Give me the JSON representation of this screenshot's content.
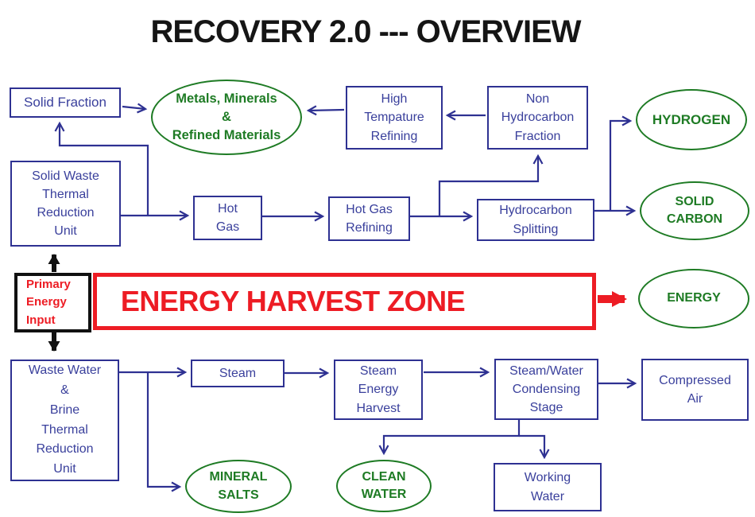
{
  "title": "RECOVERY 2.0 --- OVERVIEW",
  "colors": {
    "line_navy": "#2e3192",
    "text_navy": "#3a409c",
    "outline_green": "#1e7b24",
    "accent_red": "#ed1c24",
    "black": "#111111"
  },
  "nodes": {
    "solid_fraction": {
      "label": "Solid Fraction"
    },
    "metals_minerals": {
      "label": "Metals, Minerals\n&\nRefined Materials"
    },
    "high_temp_refining": {
      "label": "High\nTempature\nRefining"
    },
    "non_hydrocarbon_fraction": {
      "label": "Non\nHydrocarbon\nFraction"
    },
    "hydrogen": {
      "label": "HYDROGEN"
    },
    "solid_waste_unit": {
      "label": "Solid Waste\nThermal\nReduction\nUnit"
    },
    "hot_gas": {
      "label": "Hot\nGas"
    },
    "hot_gas_refining": {
      "label": "Hot Gas\nRefining"
    },
    "hydrocarbon_splitting": {
      "label": "Hydrocarbon\nSplitting"
    },
    "solid_carbon": {
      "label": "SOLID\nCARBON"
    },
    "primary_energy_input": {
      "label": "Primary\nEnergy\nInput"
    },
    "energy_harvest_zone": {
      "label": "ENERGY HARVEST ZONE"
    },
    "energy": {
      "label": "ENERGY"
    },
    "waste_water_unit": {
      "label": "Waste Water\n&\nBrine\nThermal\nReduction\nUnit"
    },
    "steam": {
      "label": "Steam"
    },
    "steam_energy_harvest": {
      "label": "Steam\nEnergy\nHarvest"
    },
    "steam_water_condensing": {
      "label": "Steam/Water\nCondensing\nStage"
    },
    "compressed_air": {
      "label": "Compressed\nAir"
    },
    "mineral_salts": {
      "label": "MINERAL\nSALTS"
    },
    "clean_water": {
      "label": "CLEAN\nWATER"
    },
    "working_water": {
      "label": "Working\nWater"
    }
  }
}
